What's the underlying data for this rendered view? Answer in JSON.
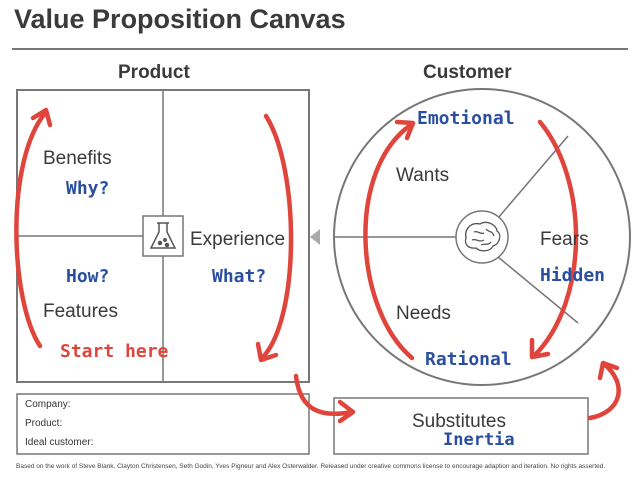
{
  "title": "Value Proposition Canvas",
  "headers": {
    "product": "Product",
    "customer": "Customer"
  },
  "product": {
    "benefits": "Benefits",
    "features": "Features",
    "experience": "Experience",
    "why": "Why?",
    "how": "How?",
    "what": "What?",
    "start_here": "Start here"
  },
  "customer": {
    "wants": "Wants",
    "needs": "Needs",
    "fears": "Fears",
    "emotional": "Emotional",
    "rational": "Rational",
    "hidden": "Hidden"
  },
  "info_box": {
    "company": "Company:",
    "product": "Product:",
    "ideal_customer": "Ideal customer:"
  },
  "substitutes": {
    "label": "Substitutes",
    "note": "Inertia"
  },
  "footer": "Based on the work of Steve Blank, Clayton Christensen, Seth Godin, Yves Pigneur and Alex Osterwalder. Released under creative commons license to encourage adaption and iteration. No rights asserted.",
  "colors": {
    "annotation_blue": "#2a4fa0",
    "annotation_red": "#e0453c",
    "line_gray": "#777777"
  },
  "icons": {
    "product_icon": "flask-icon",
    "customer_icon": "brain-icon"
  }
}
